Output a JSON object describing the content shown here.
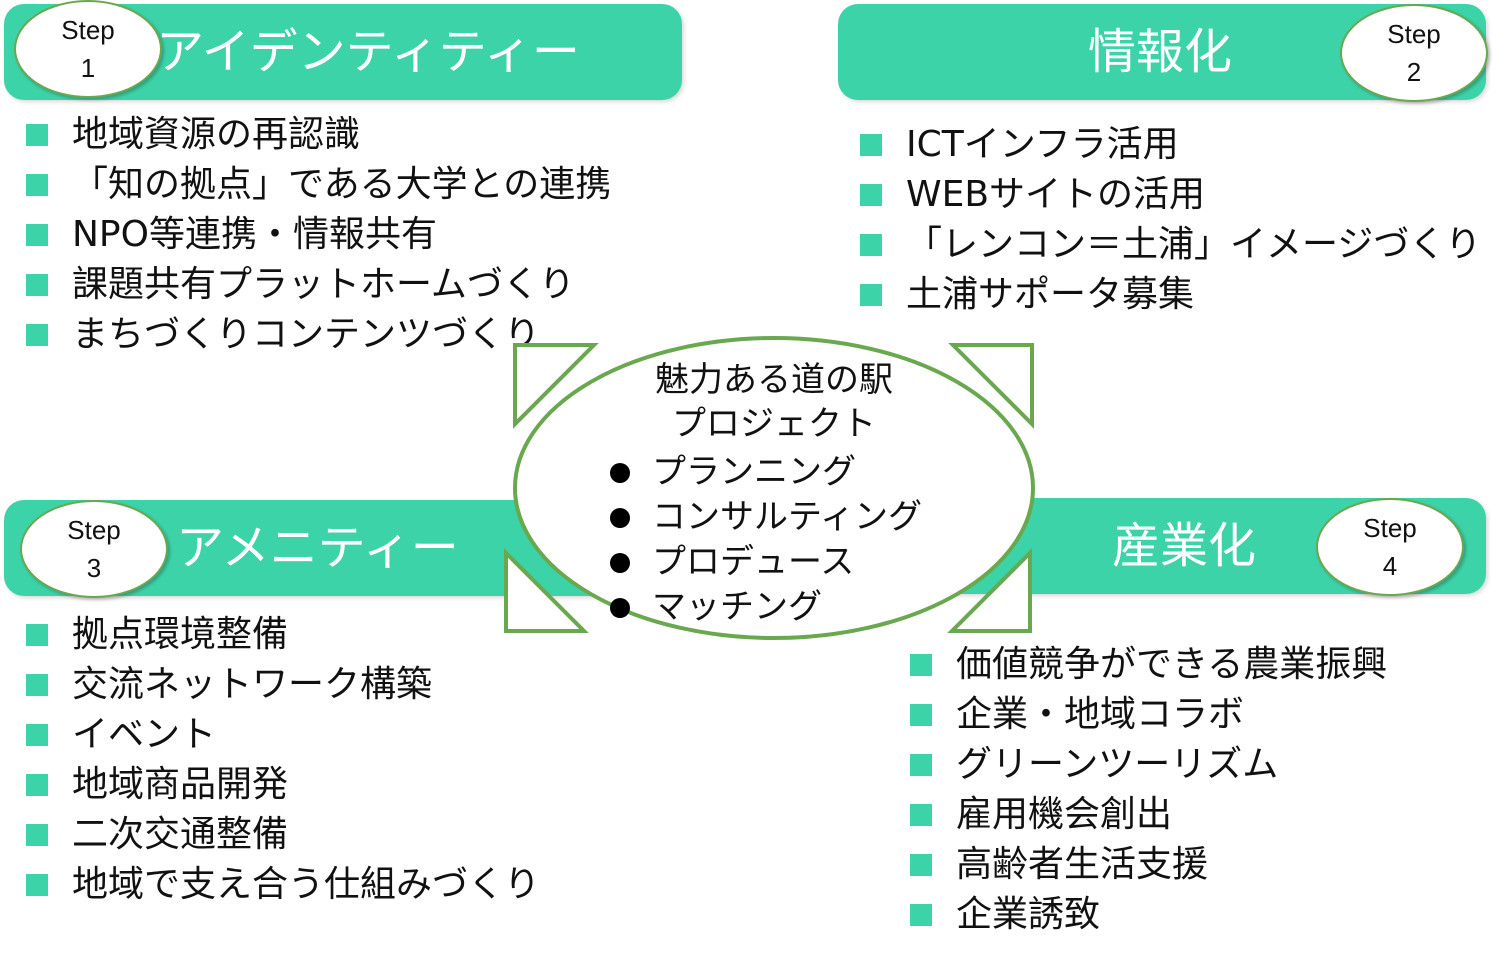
{
  "colors": {
    "teal": "#3dd3a8",
    "green_outline": "#6aa84f"
  },
  "steps": [
    {
      "label": "Step",
      "number": "1",
      "title": "アイデンティティー",
      "items": [
        "地域資源の再認識",
        "「知の拠点」である大学との連携",
        "NPO等連携・情報共有",
        "課題共有プラットホームづくり",
        "まちづくりコンテンツづくり"
      ]
    },
    {
      "label": "Step",
      "number": "2",
      "title": "情報化",
      "items": [
        "ICTインフラ活用",
        "WEBサイトの活用",
        "「レンコン＝土浦」イメージづくり",
        "土浦サポータ募集"
      ]
    },
    {
      "label": "Step",
      "number": "3",
      "title": "アメニティー",
      "items": [
        "拠点環境整備",
        "交流ネットワーク構築",
        "イベント",
        "地域商品開発",
        "二次交通整備",
        "地域で支え合う仕組みづくり"
      ]
    },
    {
      "label": "Step",
      "number": "4",
      "title": "産業化",
      "items": [
        "価値競争ができる農業振興",
        "企業・地域コラボ",
        "グリーンツーリズム",
        "雇用機会創出",
        "高齢者生活支援",
        "企業誘致"
      ]
    }
  ],
  "center": {
    "title_line1": "魅力ある道の駅",
    "title_line2": "プロジェクト",
    "items": [
      "プランニング",
      "コンサルティング",
      "プロデュース",
      "マッチング"
    ]
  }
}
